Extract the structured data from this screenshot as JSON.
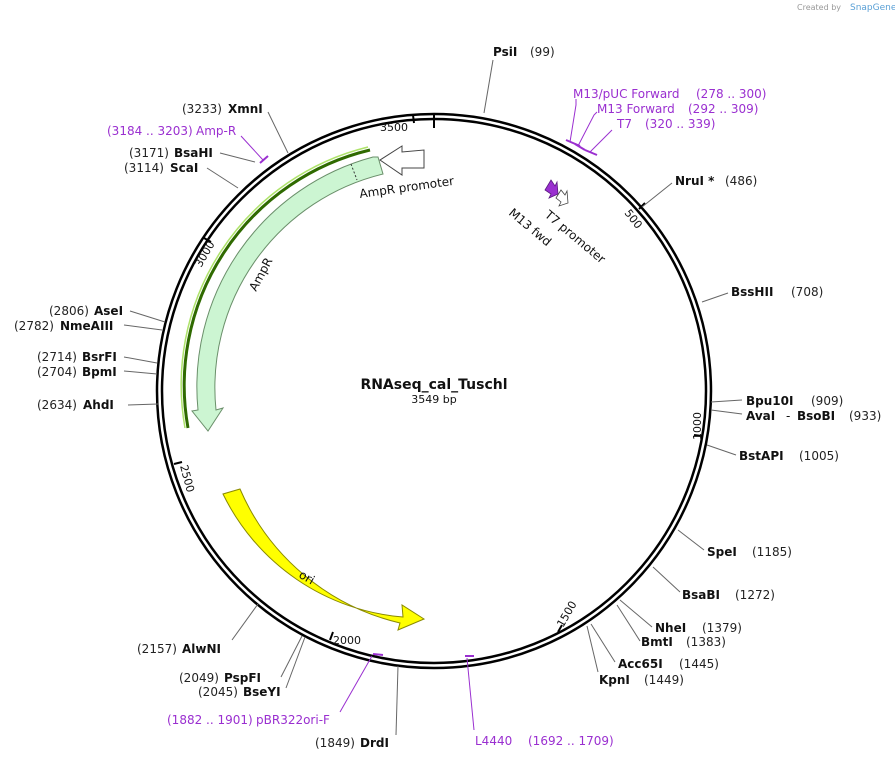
{
  "credit": {
    "created_by": "Created by",
    "brand": "SnapGene"
  },
  "plasmid": {
    "name": "RNAseq_cal_Tuschl",
    "size_label": "3549 bp"
  },
  "ticks": [
    "500",
    "1000",
    "1500",
    "2000",
    "2500",
    "3000",
    "3500"
  ],
  "sites": [
    {
      "name": "PsiI",
      "pos": "(99)"
    },
    {
      "name": "NruI *",
      "pos": "(486)"
    },
    {
      "name": "BssHII",
      "pos": "(708)"
    },
    {
      "name": "Bpu10I",
      "pos": "(909)"
    },
    {
      "name": "AvaI",
      "sep": "-",
      "name2": "BsoBI",
      "pos": "(933)"
    },
    {
      "name": "BstAPI",
      "pos": "(1005)"
    },
    {
      "name": "SpeI",
      "pos": "(1185)"
    },
    {
      "name": "BsaBI",
      "pos": "(1272)"
    },
    {
      "name": "NheI",
      "pos": "(1379)"
    },
    {
      "name": "BmtI",
      "pos": "(1383)"
    },
    {
      "name": "Acc65I",
      "pos": "(1445)"
    },
    {
      "name": "KpnI",
      "pos": "(1449)"
    },
    {
      "name": "DrdI",
      "pos": "(1849)"
    },
    {
      "name": "BseYI",
      "pos": "(2045)"
    },
    {
      "name": "PspFI",
      "pos": "(2049)"
    },
    {
      "name": "AlwNI",
      "pos": "(2157)"
    },
    {
      "name": "AhdI",
      "pos": "(2634)"
    },
    {
      "name": "BpmI",
      "pos": "(2704)"
    },
    {
      "name": "BsrFI",
      "pos": "(2714)"
    },
    {
      "name": "NmeAIII",
      "pos": "(2782)"
    },
    {
      "name": "AseI",
      "pos": "(2806)"
    },
    {
      "name": "ScaI",
      "pos": "(3114)"
    },
    {
      "name": "BsaHI",
      "pos": "(3171)"
    },
    {
      "name": "XmnI",
      "pos": "(3233)"
    }
  ],
  "primers": [
    {
      "name": "M13/pUC Forward",
      "pos": "(278 .. 300)"
    },
    {
      "name": "M13 Forward",
      "pos": "(292 .. 309)"
    },
    {
      "name": "T7",
      "pos": "(320 .. 339)"
    },
    {
      "name": "L4440",
      "pos": "(1692 .. 1709)"
    },
    {
      "name": "pBR322ori-F",
      "pos": "(1882 .. 1901)"
    },
    {
      "name": "Amp-R",
      "pos": "(3184 .. 3203)"
    }
  ],
  "features": [
    {
      "name": "AmpR promoter"
    },
    {
      "name": "AmpR"
    },
    {
      "name": "ori"
    },
    {
      "name": "M13 fwd"
    },
    {
      "name": "T7 promoter"
    }
  ],
  "colors": {
    "backbone": "#000000",
    "ampr_fill": "#ccf5d2",
    "ampr_stroke": "#6a8f6a",
    "ori_fill": "#ffff00",
    "ori_stroke": "#8a8a00",
    "primer": "#9a2fd0",
    "primer_on_map": "#2f9a2f",
    "promoter_fill": "#ffffff",
    "m13_fill": "#9a2fd0"
  }
}
